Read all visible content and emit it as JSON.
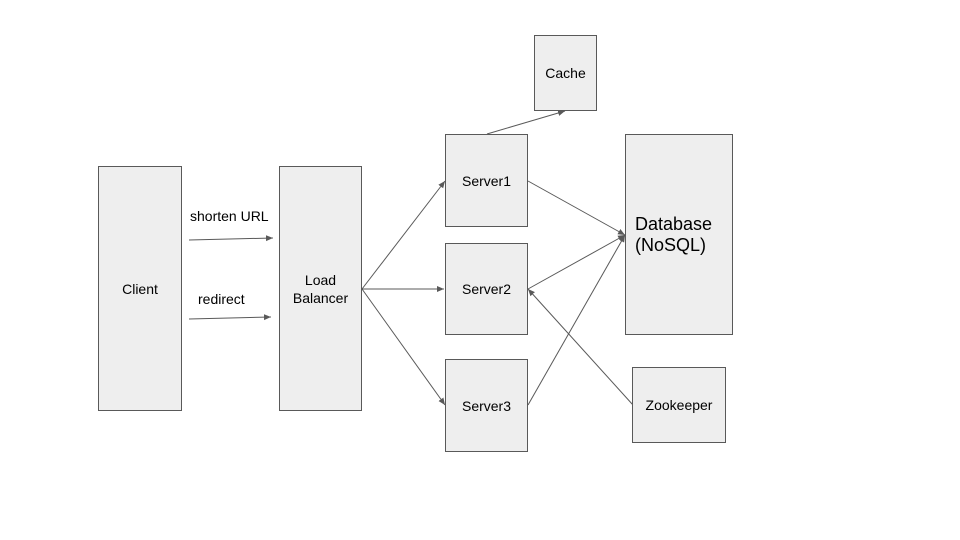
{
  "nodes": {
    "client": "Client",
    "load_balancer": "Load\nBalancer",
    "server1": "Server1",
    "server2": "Server2",
    "server3": "Server3",
    "cache": "Cache",
    "database": "Database\n(NoSQL)",
    "zookeeper": "Zookeeper"
  },
  "edge_labels": {
    "shorten": "shorten URL",
    "redirect": "redirect"
  },
  "colors": {
    "box_fill": "#eeeeee",
    "box_border": "#595959",
    "edge": "#595959"
  }
}
